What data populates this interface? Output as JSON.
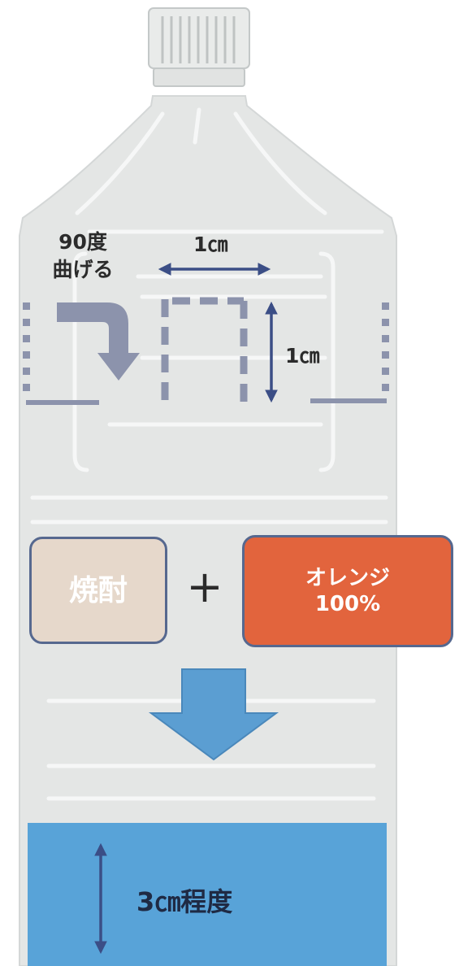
{
  "bend_instruction": {
    "line1": "90度",
    "line2": "曲げる"
  },
  "width_dimension": "1㎝",
  "height_dimension": "1㎝",
  "ingredient_1": "焼酎",
  "plus_sign": "+",
  "ingredient_2": {
    "line1": "オレンジ",
    "line2": "100%"
  },
  "fill_level": "3㎝程度",
  "colors": {
    "bottle": "#e4e6e5",
    "bottle_rib": "#f6f7f7",
    "navy": "#3b4e86",
    "dash": "#8c93ac",
    "blue_arrow": "#5b9ed2",
    "liquid": "#58a3d8",
    "shochu_box": "#e6d8cb",
    "orange_box": "#e2643d"
  }
}
